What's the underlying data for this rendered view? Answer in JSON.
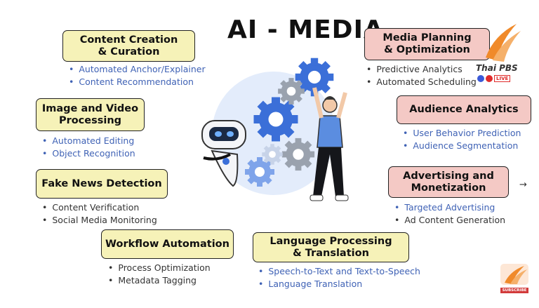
{
  "title": "AI - MEDIA",
  "categories": [
    {
      "id": "content-creation",
      "label": "Content Creation\n& Curation",
      "items": [
        "Automated Anchor/Explainer",
        "Content Recommendation"
      ]
    },
    {
      "id": "image-video",
      "label": "Image and Video\nProcessing",
      "items": [
        "Automated Editing",
        "Object Recognition"
      ]
    },
    {
      "id": "fake-news",
      "label": "Fake News Detection",
      "items": [
        "Content Verification",
        "Social Media Monitoring"
      ]
    },
    {
      "id": "workflow",
      "label": "Workflow Automation",
      "items": [
        "Process Optimization",
        "Metadata Tagging"
      ]
    },
    {
      "id": "language",
      "label": "Language Processing\n& Translation",
      "items": [
        "Speech-to-Text and Text-to-Speech",
        "Language Translation"
      ]
    },
    {
      "id": "media-planning",
      "label": "Media Planning\n& Optimization",
      "items": [
        "Predictive Analytics",
        "Automated Scheduling"
      ]
    },
    {
      "id": "audience",
      "label": "Audience Analytics",
      "items": [
        "User Behavior Prediction",
        "Audience Segmentation"
      ]
    },
    {
      "id": "advertising",
      "label": "Advertising and\nMonetization",
      "items": [
        "Targeted Advertising",
        "Ad Content Generation"
      ]
    }
  ],
  "logo": {
    "brand": "Thai PBS",
    "live": "LIVE",
    "subscribe": "SUBSCRIBE"
  },
  "colors": {
    "yellow": "#f6f2b8",
    "pink": "#f4c9c5",
    "blue_text": "#3f62b5",
    "gray_text": "#333333",
    "gear_blue": "#3b6fd8",
    "logo_orange": "#f08a2a"
  }
}
